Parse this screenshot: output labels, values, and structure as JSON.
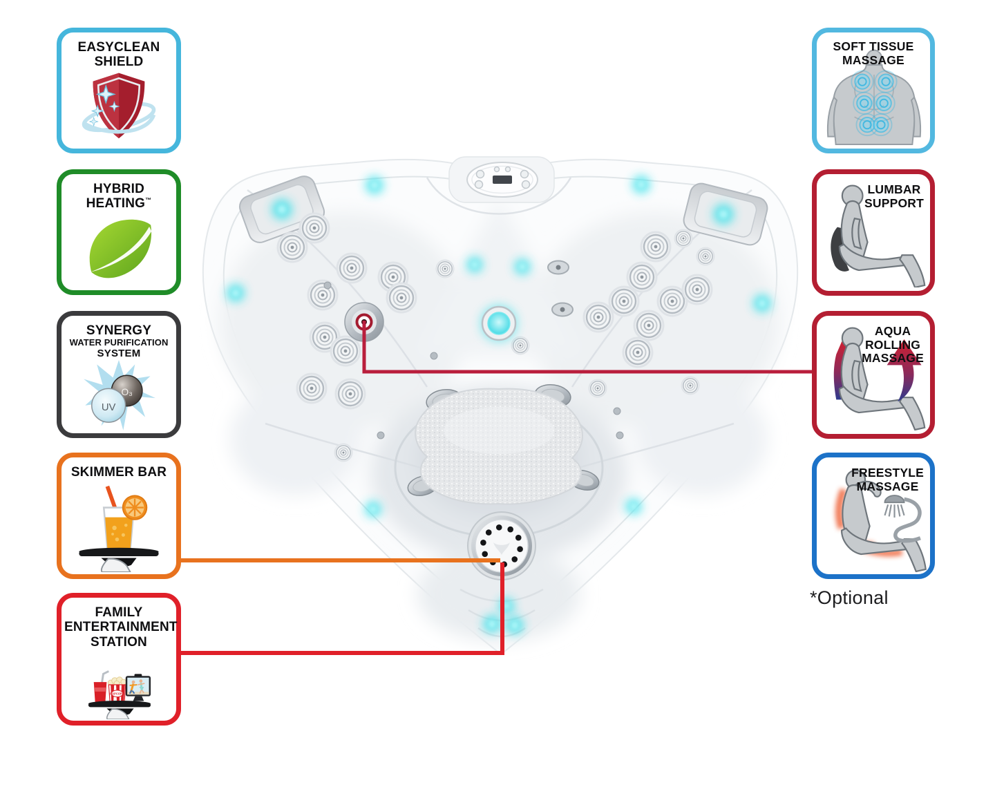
{
  "page": {
    "background": "#ffffff",
    "footnote": "*Optional"
  },
  "badges_left": [
    {
      "id": "easyclean-shield",
      "title_lines": [
        "EASYCLEAN",
        "SHIELD"
      ],
      "border_color": "#45b6dc",
      "icon": "shield-sparkle-icon"
    },
    {
      "id": "hybrid-heating",
      "title_lines": [
        "HYBRID",
        "HEATING"
      ],
      "trademark": "™",
      "border_color": "#1f8c28",
      "icon": "leaf-icon"
    },
    {
      "id": "synergy-water-purification",
      "title_lines": [
        "SYNERGY",
        "WATER PURIFICATION",
        "SYSTEM"
      ],
      "border_color": "#3b3b3d",
      "icon": "water-splash-icon",
      "bubble_labels": {
        "uv": "UV",
        "o3": "O₃"
      }
    },
    {
      "id": "skimmer-bar",
      "title_lines": [
        "SKIMMER BAR"
      ],
      "border_color": "#e8721e",
      "icon": "drink-tray-icon"
    },
    {
      "id": "family-entertainment-station",
      "title_lines": [
        "FAMILY",
        "ENTERTAINMENT",
        "STATION"
      ],
      "border_color": "#e02029",
      "icon": "entertainment-tray-icon",
      "popcorn_label": "POPCORN"
    }
  ],
  "badges_right": [
    {
      "id": "soft-tissue-massage",
      "title_lines": [
        "SOFT TISSUE",
        "MASSAGE"
      ],
      "border_color": "#52b8e0",
      "icon": "back-massage-icon"
    },
    {
      "id": "lumbar-support",
      "title_lines": [
        "LUMBAR",
        "SUPPORT"
      ],
      "border_color": "#b41e32",
      "icon": "lumbar-seat-icon"
    },
    {
      "id": "aqua-rolling-massage",
      "title_lines": [
        "AQUA",
        "ROLLING",
        "MASSAGE"
      ],
      "border_color": "#b41e32",
      "icon": "aqua-rolling-icon"
    },
    {
      "id": "freestyle-massage",
      "title_lines": [
        "FREESTYLE",
        "MASSAGE"
      ],
      "border_color": "#1c72c8",
      "icon": "freestyle-massage-icon"
    }
  ],
  "connectors": {
    "aqua_rolling_color": "#b91e3c",
    "skimmer_color": "#e8721e",
    "entertainment_color": "#e02029"
  },
  "tub": {
    "accent_glow": "#2ee0e9",
    "shell_color": "#fbfcfd"
  }
}
